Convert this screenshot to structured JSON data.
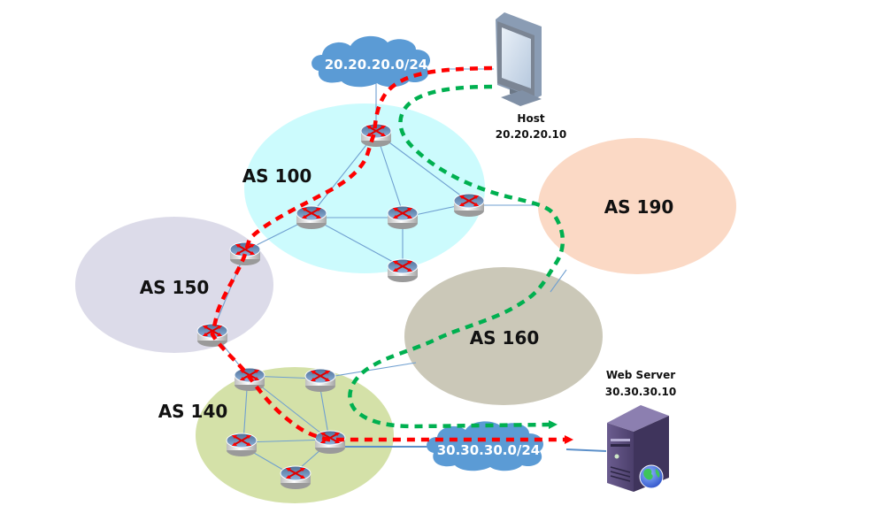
{
  "colors": {
    "as100": "#ccfbfd",
    "as150": "#dcdbe9",
    "as190": "#fbd9c5",
    "as160": "#cbc8b8",
    "as140": "#d4e1a8",
    "cloud": "#5b9bd5",
    "path_red": "#ff0000",
    "path_green": "#00b050",
    "link": "#6f9fd0"
  },
  "autonomous_systems": [
    {
      "id": "as100",
      "label": "AS 100"
    },
    {
      "id": "as150",
      "label": "AS 150"
    },
    {
      "id": "as190",
      "label": "AS 190"
    },
    {
      "id": "as160",
      "label": "AS 160"
    },
    {
      "id": "as140",
      "label": "AS 140"
    }
  ],
  "networks": {
    "source_subnet": "20.20.20.0/24",
    "dest_subnet": "30.30.30.0/24"
  },
  "host": {
    "name": "Host",
    "ip": "20.20.20.10",
    "icon": "monitor-icon"
  },
  "server": {
    "name": "Web Server",
    "ip": "30.30.30.10",
    "icon": "web-server-icon"
  },
  "paths": [
    {
      "name": "red-path",
      "color": "red",
      "hops": [
        "Host",
        "AS 100",
        "AS 150",
        "AS 140",
        "Web Server"
      ]
    },
    {
      "name": "green-path",
      "color": "green",
      "hops": [
        "Host",
        "AS 100",
        "AS 190",
        "AS 160",
        "AS 140",
        "Web Server"
      ]
    }
  ]
}
